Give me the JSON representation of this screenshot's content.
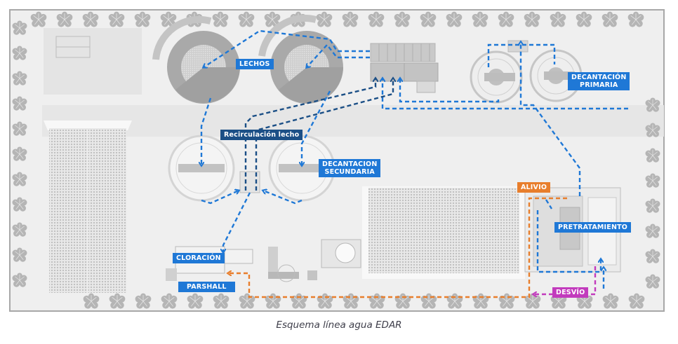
{
  "diagram": {
    "title": "Esquema línea agua EDAR",
    "colors": {
      "water_line": "#1f78d6",
      "sludge_recirculation": "#1b4f86",
      "relief": "#e87e2c",
      "bypass": "#c23bbd",
      "background": "#ededed",
      "structures": "#b8b8b8"
    },
    "labels": {
      "lechos": "LECHOS",
      "recirculacion": "Recirculación lecho",
      "decantacion_secundaria_1": "DECANTACION",
      "decantacion_secundaria_2": "SECUNDARIA",
      "decantacion_primaria_1": "DECANTACIÓN",
      "decantacion_primaria_2": "PRIMARIA",
      "alivio": "ALIVIO",
      "pretratamiento": "PRETRATAMIENTO",
      "cloracion": "CLORACIÓN",
      "parshall": "PARSHALL",
      "desvio": "DESVÍO"
    },
    "nodes": [
      {
        "id": "pretratamiento",
        "label": "PRETRATAMIENTO"
      },
      {
        "id": "decantacion_primaria",
        "label": "DECANTACIÓN PRIMARIA"
      },
      {
        "id": "reactor",
        "label": ""
      },
      {
        "id": "lechos",
        "label": "LECHOS"
      },
      {
        "id": "decantacion_secundaria",
        "label": "DECANTACION SECUNDARIA"
      },
      {
        "id": "recirculacion",
        "label": "Recirculación lecho"
      },
      {
        "id": "cloracion",
        "label": "CLORACIÓN"
      },
      {
        "id": "parshall",
        "label": "PARSHALL"
      }
    ],
    "flows": [
      {
        "from": "pretratamiento",
        "to": "decantacion_primaria",
        "type": "water"
      },
      {
        "from": "decantacion_primaria",
        "to": "reactor",
        "type": "water"
      },
      {
        "from": "reactor",
        "to": "lechos",
        "type": "water"
      },
      {
        "from": "lechos",
        "to": "decantacion_secundaria",
        "type": "water"
      },
      {
        "from": "decantacion_secundaria",
        "to": "recirculacion",
        "type": "water"
      },
      {
        "from": "recirculacion",
        "to": "reactor",
        "type": "recirculation"
      },
      {
        "from": "recirculacion",
        "to": "cloracion",
        "type": "water"
      },
      {
        "from": "pretratamiento",
        "to": "parshall",
        "type": "relief",
        "label": "ALIVIO"
      },
      {
        "from": "pretratamiento",
        "to": "parshall",
        "type": "bypass",
        "label": "DESVÍO"
      }
    ]
  }
}
